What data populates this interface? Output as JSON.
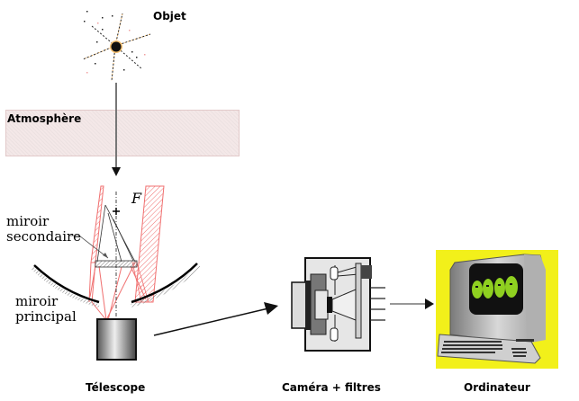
{
  "diagram": {
    "title": "Chaîne d'acquisition d'une image astronomique",
    "nodes": [
      {
        "id": "objet",
        "label": "Objet",
        "icon": "star-icon"
      },
      {
        "id": "atmosphere",
        "label": "Atmosphère"
      },
      {
        "id": "telescope",
        "label": "Télescope",
        "icon": "telescope-icon"
      },
      {
        "id": "camera",
        "label": "Caméra + filtres",
        "icon": "camera-icon"
      },
      {
        "id": "ordinateur",
        "label": "Ordinateur",
        "icon": "computer-icon"
      }
    ],
    "edges": [
      {
        "from": "objet",
        "to": "telescope",
        "via": "atmosphere"
      },
      {
        "from": "telescope",
        "to": "camera"
      },
      {
        "from": "camera",
        "to": "ordinateur"
      }
    ],
    "telescope_parts": {
      "focus_label": "F",
      "secondary_mirror_label_line1": "miroir",
      "secondary_mirror_label_line2": "secondaire",
      "primary_mirror_label_line1": "miroir",
      "primary_mirror_label_line2": "principal"
    },
    "colors": {
      "light_beam": "#f07070",
      "atmosphere_fill": "#f4e8e8",
      "computer_background": "#f2f01a",
      "screen_green": "#8fd020"
    }
  }
}
